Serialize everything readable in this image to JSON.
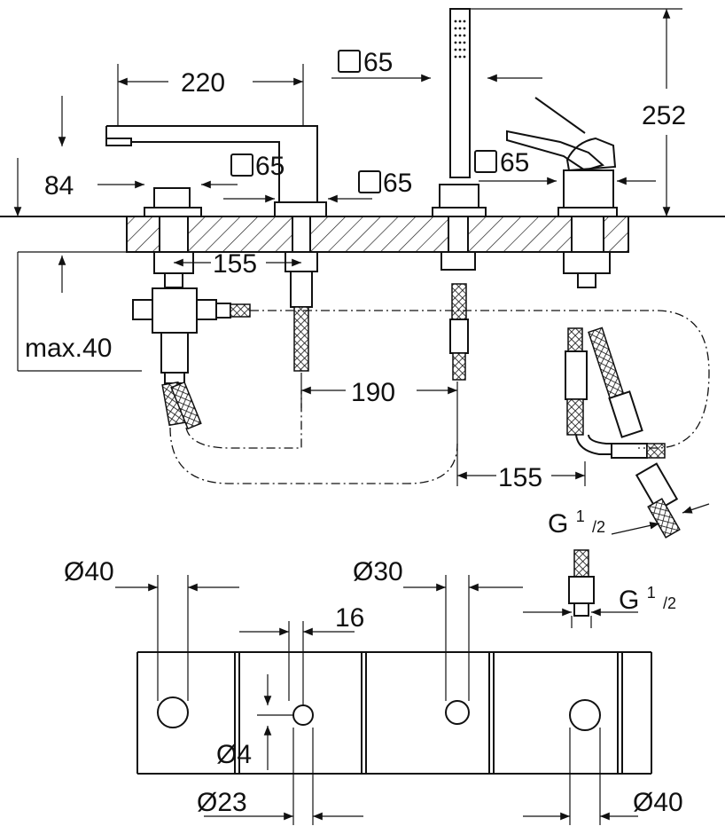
{
  "dimensions": {
    "d220": "220",
    "d252": "252",
    "d84": "84",
    "sq65_top": "65",
    "sq65_spout": "65",
    "sq65_mid": "65",
    "sq65_mixer": "65",
    "d155_left": "155",
    "max40": "max.40",
    "d190": "190",
    "d155_right": "155",
    "g_half_top_g": "G",
    "g_half_top_num": "1",
    "g_half_top_den": "/2",
    "dia40_left": "Ø40",
    "dia30": "Ø30",
    "d16": "16",
    "g_half_bot_g": "G",
    "g_half_bot_num": "1",
    "g_half_bot_den": "/2",
    "dia4": "Ø4",
    "dia23": "Ø23",
    "dia40_right": "Ø40"
  },
  "colors": {
    "line": "#111111",
    "background": "#ffffff",
    "hatch": "#111111"
  }
}
